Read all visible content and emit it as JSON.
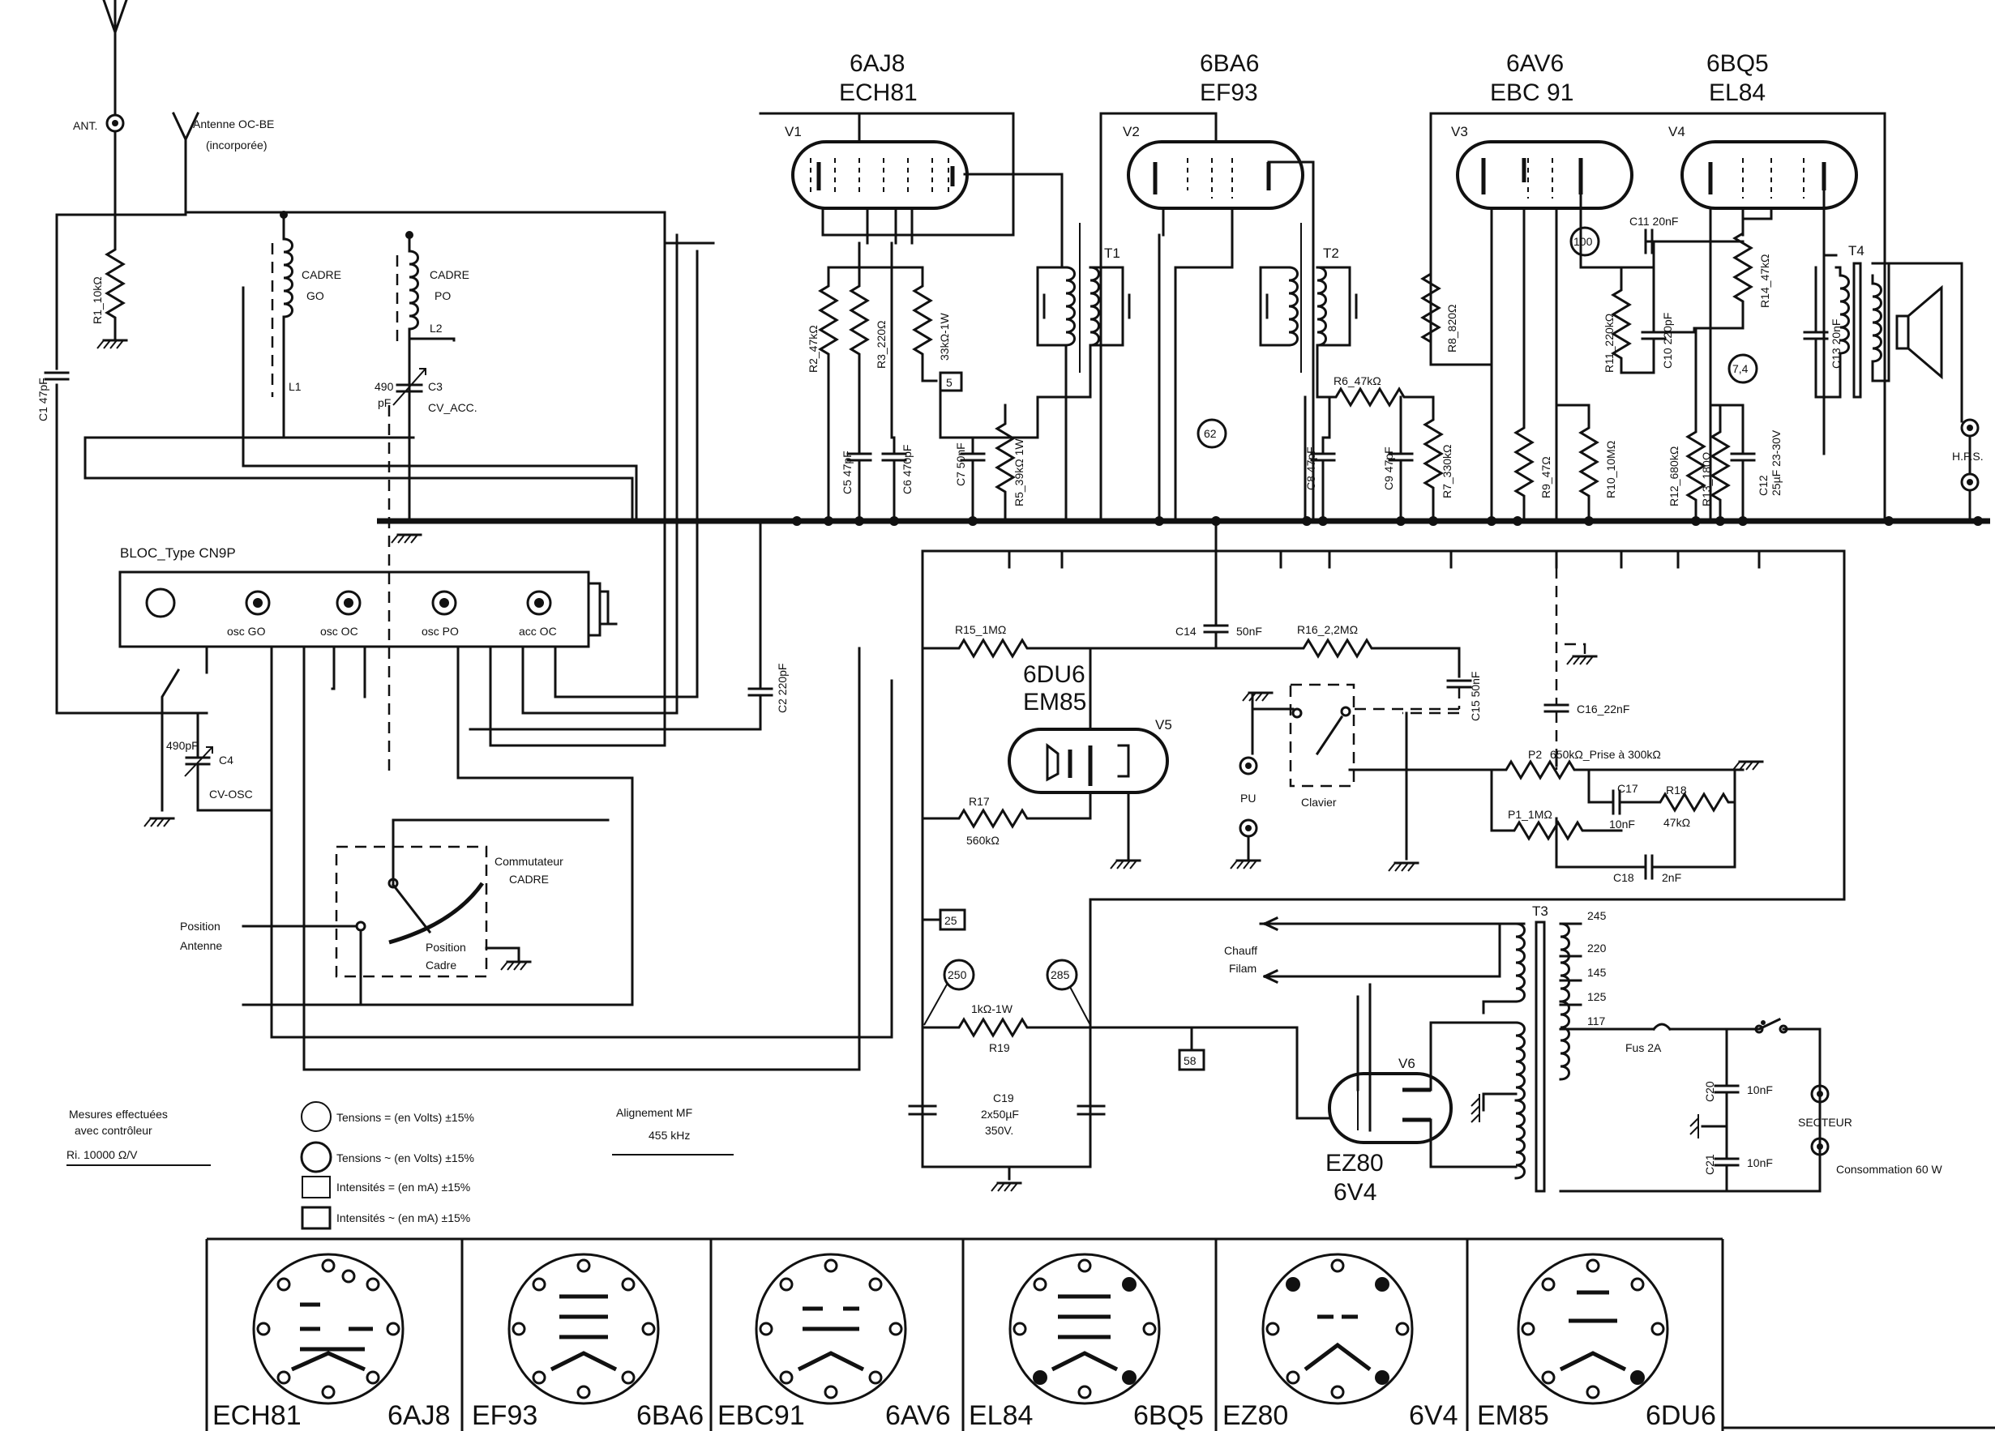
{
  "tubes": {
    "v1": {
      "ref": "V1",
      "type_us": "6AJ8",
      "type_eu": "ECH81"
    },
    "v2": {
      "ref": "V2",
      "type_us": "6BA6",
      "type_eu": "EF93"
    },
    "v3": {
      "ref": "V3",
      "type_us": "6AV6",
      "type_eu": "EBC 91"
    },
    "v4": {
      "ref": "V4",
      "type_us": "6BQ5",
      "type_eu": "EL84"
    },
    "v5": {
      "ref": "V5",
      "type_us": "6DU6",
      "type_eu": "EM85"
    },
    "v6": {
      "ref": "V6",
      "type_us": "6V4",
      "type_eu": "EZ80"
    }
  },
  "antenna": {
    "ant": "ANT.",
    "incorporee_1": "Antenne OC-BE",
    "incorporee_2": "(incorporée)"
  },
  "coils": {
    "cadre_go_1": "CADRE",
    "cadre_go_2": "GO",
    "l1": "L1",
    "cadre_po_1": "CADRE",
    "cadre_po_2": "PO",
    "l2": "L2"
  },
  "capacitors": {
    "c1": "C1 47pF",
    "c3_val_1": "490",
    "c3_val_2": "pF",
    "c3": "C3",
    "c3_name": "CV_ACC.",
    "c4_val": "490pF",
    "c4": "C4",
    "c4_name": "CV-OSC",
    "c2": "C2 220pF",
    "c5": "C5 47pF",
    "c6": "C6 470pF",
    "c7": "C7 50nF",
    "c8": "C8 47pF",
    "c9": "C9 47pF",
    "c10": "C10 220pF",
    "c11": "C11 20nF",
    "c12": "C12",
    "c12_val": "25µF 23-30V",
    "c13": "C13 20nF",
    "c14": "C14",
    "c14_val": "50nF",
    "c15": "C15 50nF",
    "c16": "C16_22nF",
    "c17": "C17",
    "c17_val": "10nF",
    "c18": "C18",
    "c18_val": "2nF",
    "c19": "C19",
    "c19_val_1": "2x50µF",
    "c19_val_2": "350V.",
    "c20": "C20",
    "c20_val": "10nF",
    "c21": "C21",
    "c21_val": "10nF"
  },
  "resistors": {
    "r1": "R1_10kΩ",
    "r2": "R2_47kΩ",
    "r3": "R3_220Ω",
    "r4": "33kΩ-1W",
    "r5": "R5_39kΩ 1W",
    "r6": "R6_47kΩ",
    "r7": "R7_330kΩ",
    "r8": "R8_820Ω",
    "r9": "R9_47Ω",
    "r10": "R10_10MΩ",
    "r11": "R11_220kΩ",
    "r12": "R12_680kΩ",
    "r13": "R13_180Ω",
    "r14": "R14_47kΩ",
    "r15": "R15_1MΩ",
    "r16": "R16_2,2MΩ",
    "r17": "R17",
    "r17_val": "560kΩ",
    "r18": "R18",
    "r18_val": "47kΩ",
    "r19_val": "1kΩ-1W",
    "r19": "R19",
    "p1": "P1_1MΩ",
    "p2": "P2",
    "p2_val": "650kΩ_Prise à 300kΩ"
  },
  "transformers": {
    "t1": "T1",
    "t2": "T2",
    "t3": "T3",
    "t4": "T4"
  },
  "bloc": {
    "title": "BLOC_Type CN9P",
    "osc_go": "osc GO",
    "osc_oc": "osc OC",
    "osc_po": "osc PO",
    "acc_oc": "acc OC"
  },
  "commutateur": {
    "title_1": "Commutateur",
    "title_2": "CADRE",
    "pos_antenne_1": "Position",
    "pos_antenne_2": "Antenne",
    "pos_cadre_1": "Position",
    "pos_cadre_2": "Cadre"
  },
  "measures": {
    "v_100": "100",
    "v_7_4": "7,4",
    "v_62": "62",
    "i_5": "5",
    "i_25": "25",
    "v_250": "250",
    "v_285": "285",
    "i_58": "58"
  },
  "io": {
    "hps": "H.P.S.",
    "pu": "PU",
    "clavier": "Clavier",
    "secteur": "SECTEUR",
    "consommation": "Consommation 60 W",
    "fus": "Fus 2A",
    "chauff_1": "Chauff",
    "chauff_2": "Filam"
  },
  "taps": {
    "t245": "245",
    "t220": "220",
    "t145": "145",
    "t125": "125",
    "t117": "117"
  },
  "legend": {
    "mesures_1": "Mesures effectuées",
    "mesures_2": "avec contrôleur",
    "mesures_3": "Ri. 10000 Ω/V",
    "tens_dc": "Tensions = (en Volts) ±15%",
    "tens_ac": "Tensions ~ (en Volts) ±15%",
    "int_dc": "Intensités = (en mA) ±15%",
    "int_ac": "Intensités ~ (en mA) ±15%",
    "align_1": "Alignement MF",
    "align_2": "455 kHz"
  },
  "bases": [
    {
      "eu": "ECH81",
      "us": "6AJ8"
    },
    {
      "eu": "EF93",
      "us": "6BA6"
    },
    {
      "eu": "EBC91",
      "us": "6AV6"
    },
    {
      "eu": "EL84",
      "us": "6BQ5"
    },
    {
      "eu": "EZ80",
      "us": "6V4"
    },
    {
      "eu": "EM85",
      "us": "6DU6"
    }
  ]
}
